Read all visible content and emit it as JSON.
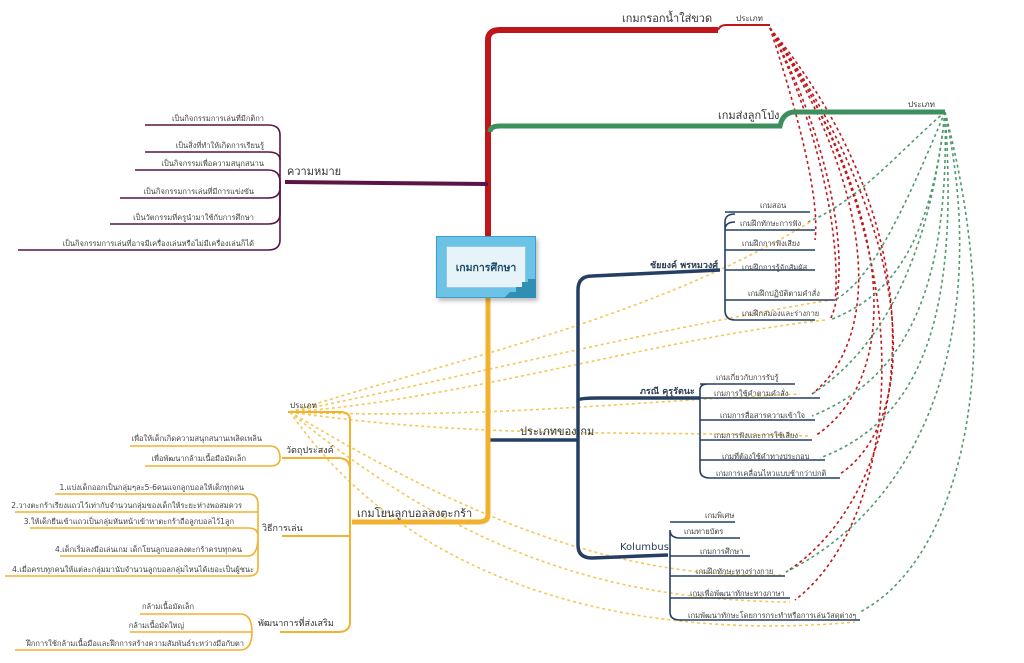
{
  "central": {
    "label": "เกมการศึกษา"
  },
  "water_game": {
    "label": "เกมกรอกน้ำใส่ขวด",
    "type_label": "ประเภท",
    "color": "#c0161b"
  },
  "balloon_game": {
    "label": "เกมส่งลูกโป่ง",
    "type_label": "ประเภท",
    "color": "#3e8f5e"
  },
  "meaning": {
    "label": "ความหมาย",
    "color": "#5a1446",
    "items": [
      "เป็นกิจกรรมการเล่นที่มีกติกา",
      "เป็นสิ่งที่ทำให้เกิดการเรียนรู้",
      "เป็นกิจกรรมเพื่อความสนุกสนาน",
      "เป็นกิจกรรมการเล่นที่มีการแข่งขัน",
      "เป็นวัตกรรมที่ครูนำมาใช้กับการศึกษา",
      "เป็นกิจกรรมการเล่นที่อาจมีเครื่องเล่นหรือไม่มีเครื่องเล่นก็ได้"
    ]
  },
  "game_types": {
    "label": "ประเภทของเกม",
    "color": "#253f63",
    "groups": [
      {
        "label": "ชัยยงค์ พรหมวงศ์",
        "items": [
          "เกมสอน",
          "เกมฝึกทักษะการฟัง",
          "เกมฝึกการฟังเสียง",
          "เกมฝึกการรู้จักสัมผัส",
          "เกมฝึกปฏิบัติตามคำสั่ง",
          "เกมฝึกสมองและร่างกาย"
        ]
      },
      {
        "label": "ภรณี คุรุรัตนะ",
        "items": [
          "เกมเกี่ยวกับการรับรู้",
          "เกมการใช้คำตามคำสั่ง",
          "เกมการสื่อสารความเข้าใจ",
          "เกมการฟังและการใช้เสียง",
          "เกมที่ต้องใช้คำทางประกอบ",
          "เกมการเคลื่อนไหวแบบช้ากว่าปกติ"
        ]
      },
      {
        "label": "Kolumbus",
        "items": [
          "เกมพิเศษ",
          "เกมทายบัตร",
          "เกมการศึกษา",
          "เกมฝึกทักษะทางร่างกาย",
          "เกมเพื่อพัฒนาทักษะทางภาษา",
          "เกมพัฒนาทักษะโดยการกระทำหรือการเล่นวัสดุต่างๆ"
        ]
      }
    ]
  },
  "ball_game": {
    "label": "เกมโยนลูกบอลลงตะกร้า",
    "type_label": "ประเภท",
    "color": "#f2b230",
    "objective": {
      "label": "วัตถุประสงค์",
      "items": [
        "เพื่อให้เด็กเกิดความสนุกสนานเพลิดเพลิน",
        "เพื่อพัฒนากล้ามเนื้อมือมัดเล็ก"
      ]
    },
    "howto": {
      "label": "วิธีการเล่น",
      "items": [
        "1.แบ่งเด็กออกเป็นกลุ่มๆละ5-6คนแจกลูกบอลให้เด็กทุกคน",
        "2.วางตะกร้าเรียงแถวไว้เท่ากับจำนวนกลุ่มของเด็กให้ระยะห่างพอสมควร",
        "3.ให้เด็กยืนเข้าแถวเป็นกลุ่มหันหน้าเข้าหาตะกร้าถือลูกบอลไว้1ลูก",
        "4.เด็กเริ่มลงมือเล่นเกม เด็กโยนลูกบอลลงตะกร้าครบทุกคน",
        "4.เมื่อครบทุกคนให้แต่ละกลุ่มมานับจำนวนลูกบอลกลุ่มไหนได้เยอะเป็นผู้ชนะ"
      ]
    },
    "development": {
      "label": "พัฒนาการที่ส่งเสริม",
      "items": [
        "กล้ามเนื้อมัดเล็ก",
        "กล้ามเนื้อมัดใหญ่",
        "ฝึกการใช้กล้ามเนื้อมือและฝึกการสร้างความสัมพันธ์ระหว่างมือกับตา"
      ]
    }
  }
}
